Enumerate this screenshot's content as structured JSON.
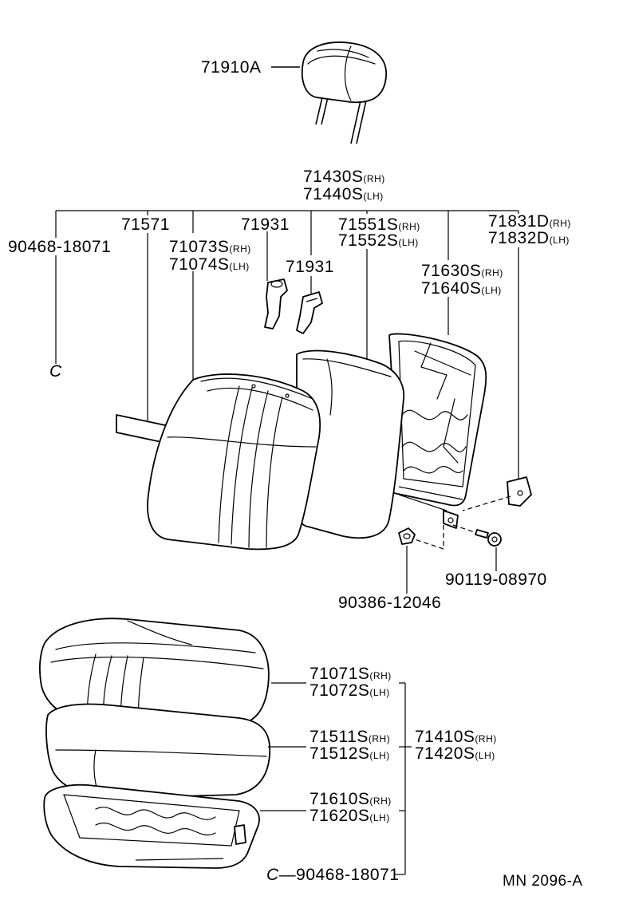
{
  "diagram_id": "MN 2096-A",
  "parts": {
    "headrest": "71910A",
    "seatback_assy_rh": "71430S",
    "seatback_assy_lh": "71440S",
    "clip_left": "90468-18071",
    "bar": "71571",
    "seatback_cover_rh": "71073S",
    "seatback_cover_lh": "71074S",
    "support_a": "71931",
    "support_b": "71931",
    "seatback_pad_rh": "71551S",
    "seatback_pad_lh": "71552S",
    "seatback_frame_rh": "71630S",
    "seatback_frame_lh": "71640S",
    "bracket_rh": "71831D",
    "bracket_lh": "71832D",
    "bolt": "90119-08970",
    "nut": "90386-12046",
    "cushion_cover_rh": "71071S",
    "cushion_cover_lh": "71072S",
    "cushion_pad_rh": "71511S",
    "cushion_pad_lh": "71512S",
    "cushion_assy_rh": "71410S",
    "cushion_assy_lh": "71420S",
    "cushion_frame_rh": "71610S",
    "cushion_frame_lh": "71620S",
    "clip_bottom": "90468-18071",
    "clip_prefix": "C—",
    "clip_symbol": "C"
  },
  "suffixes": {
    "rh": "(RH)",
    "lh": "(LH)"
  }
}
